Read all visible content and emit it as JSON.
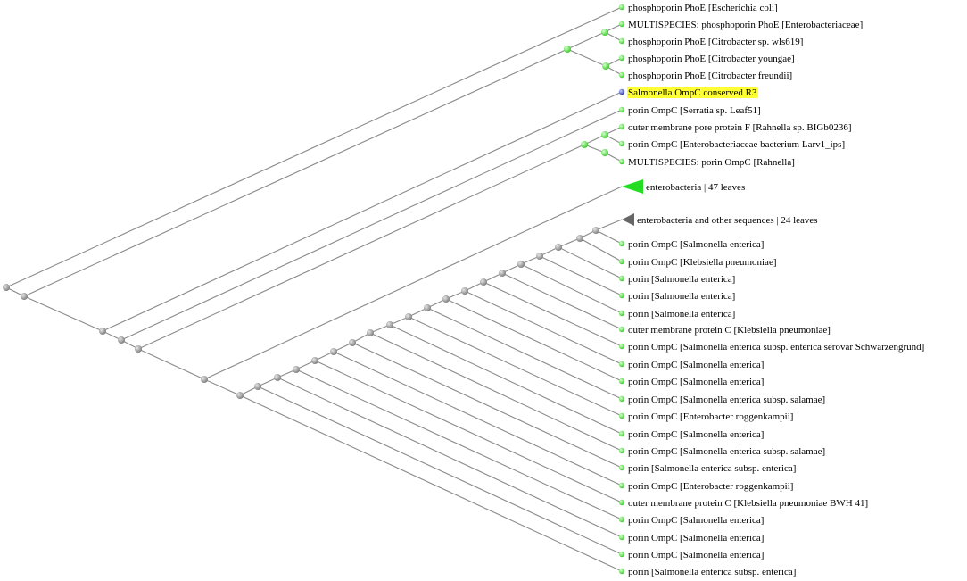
{
  "tree": {
    "colors": {
      "branch": "#8a8a8a",
      "internal_node": "#a8a8a8",
      "leaf_node": "#66ee55",
      "highlight_leaf_node": "#4455dd",
      "highlight_bg": "#ffff33",
      "collapsed_green": "#22dd22",
      "collapsed_gray": "#666666"
    },
    "leaves": [
      {
        "id": "L1",
        "label": "phosphoporin PhoE [Escherichia coli]"
      },
      {
        "id": "L2",
        "label": "MULTISPECIES: phosphoporin PhoE [Enterobacteriaceae]"
      },
      {
        "id": "L3",
        "label": "phosphoporin PhoE [Citrobacter sp. wls619]"
      },
      {
        "id": "L4",
        "label": "phosphoporin PhoE [Citrobacter youngae]"
      },
      {
        "id": "L5",
        "label": "phosphoporin PhoE [Citrobacter freundii]"
      },
      {
        "id": "L6",
        "label": "Salmonella OmpC conserved R3",
        "highlight": true
      },
      {
        "id": "L7",
        "label": "porin OmpC [Serratia sp. Leaf51]"
      },
      {
        "id": "L8",
        "label": "outer membrane pore protein F [Rahnella sp. BIGb0236]"
      },
      {
        "id": "L9",
        "label": "porin OmpC [Enterobacteriaceae bacterium Larv1_ips]"
      },
      {
        "id": "L10",
        "label": "MULTISPECIES: porin OmpC [Rahnella]"
      },
      {
        "id": "C1",
        "label": "enterobacteria | 47 leaves",
        "collapsed": "green"
      },
      {
        "id": "C2",
        "label": "enterobacteria and other sequences | 24 leaves",
        "collapsed": "gray"
      },
      {
        "id": "S1",
        "label": "porin OmpC [Salmonella enterica]"
      },
      {
        "id": "S2",
        "label": "porin OmpC [Klebsiella pneumoniae]"
      },
      {
        "id": "S3",
        "label": "porin [Salmonella enterica]"
      },
      {
        "id": "S4",
        "label": "porin [Salmonella enterica]"
      },
      {
        "id": "S5",
        "label": "porin [Salmonella enterica]"
      },
      {
        "id": "S6",
        "label": "outer membrane protein C [Klebsiella pneumoniae]"
      },
      {
        "id": "S7",
        "label": "porin OmpC [Salmonella enterica subsp. enterica serovar Schwarzengrund]"
      },
      {
        "id": "S8",
        "label": "porin OmpC [Salmonella enterica]"
      },
      {
        "id": "S9",
        "label": "porin OmpC [Salmonella enterica]"
      },
      {
        "id": "S10",
        "label": "porin OmpC [Salmonella enterica subsp. salamae]"
      },
      {
        "id": "S11",
        "label": "porin OmpC [Enterobacter roggenkampii]"
      },
      {
        "id": "S12",
        "label": "porin OmpC [Salmonella enterica]"
      },
      {
        "id": "S13",
        "label": "porin OmpC [Salmonella enterica subsp. salamae]"
      },
      {
        "id": "S14",
        "label": "porin [Salmonella enterica subsp. enterica]"
      },
      {
        "id": "S15",
        "label": "porin OmpC [Enterobacter roggenkampii]"
      },
      {
        "id": "S16",
        "label": "outer membrane protein C [Klebsiella pneumoniae BWH 41]"
      },
      {
        "id": "S17",
        "label": "porin OmpC [Salmonella enterica]"
      },
      {
        "id": "S18",
        "label": "porin OmpC [Salmonella enterica]"
      },
      {
        "id": "S19",
        "label": "porin OmpC [Salmonella enterica]"
      },
      {
        "id": "S20",
        "label": "porin [Salmonella enterica subsp. enterica]"
      }
    ]
  }
}
